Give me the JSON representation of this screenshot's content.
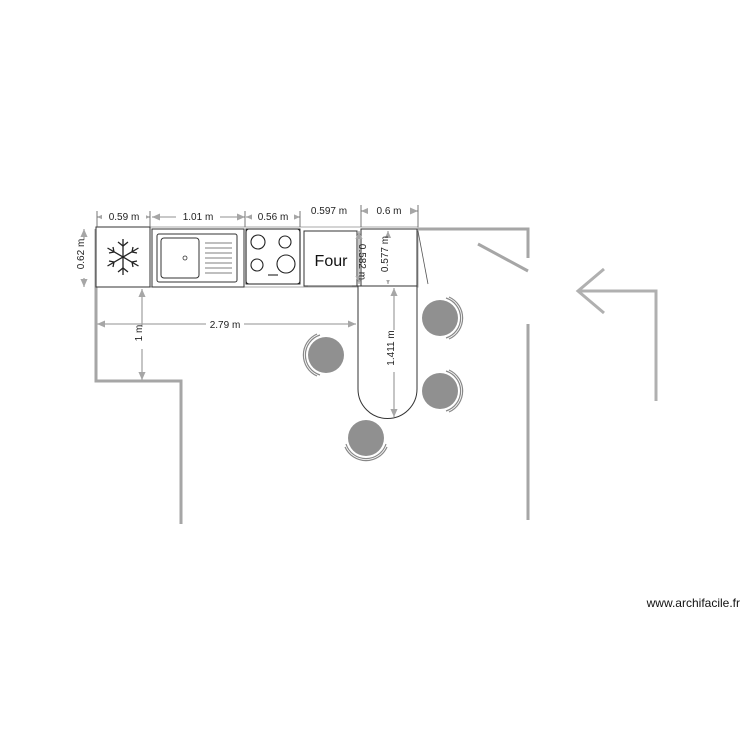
{
  "dimensions": {
    "fridge_width": "0.59 m",
    "sink_width": "1.01 m",
    "hob_width": "0.56 m",
    "oven_width": "0.597 m",
    "corner_width": "0.6 m",
    "counter_depth": "0.62 m",
    "oven_depth": "0.582 m",
    "corner_depth": "0.577 m",
    "counter_run": "2.79 m",
    "clearance": "1 m",
    "bar_length": "1.411 m"
  },
  "labels": {
    "oven": "Four"
  },
  "watermark": "www.archifacile.fr",
  "icons": {
    "fridge": "snowflake-icon",
    "sink": "sink-icon",
    "hob": "cooktop-icon",
    "entry": "entry-arrow-icon",
    "stool": "bar-stool-icon"
  }
}
